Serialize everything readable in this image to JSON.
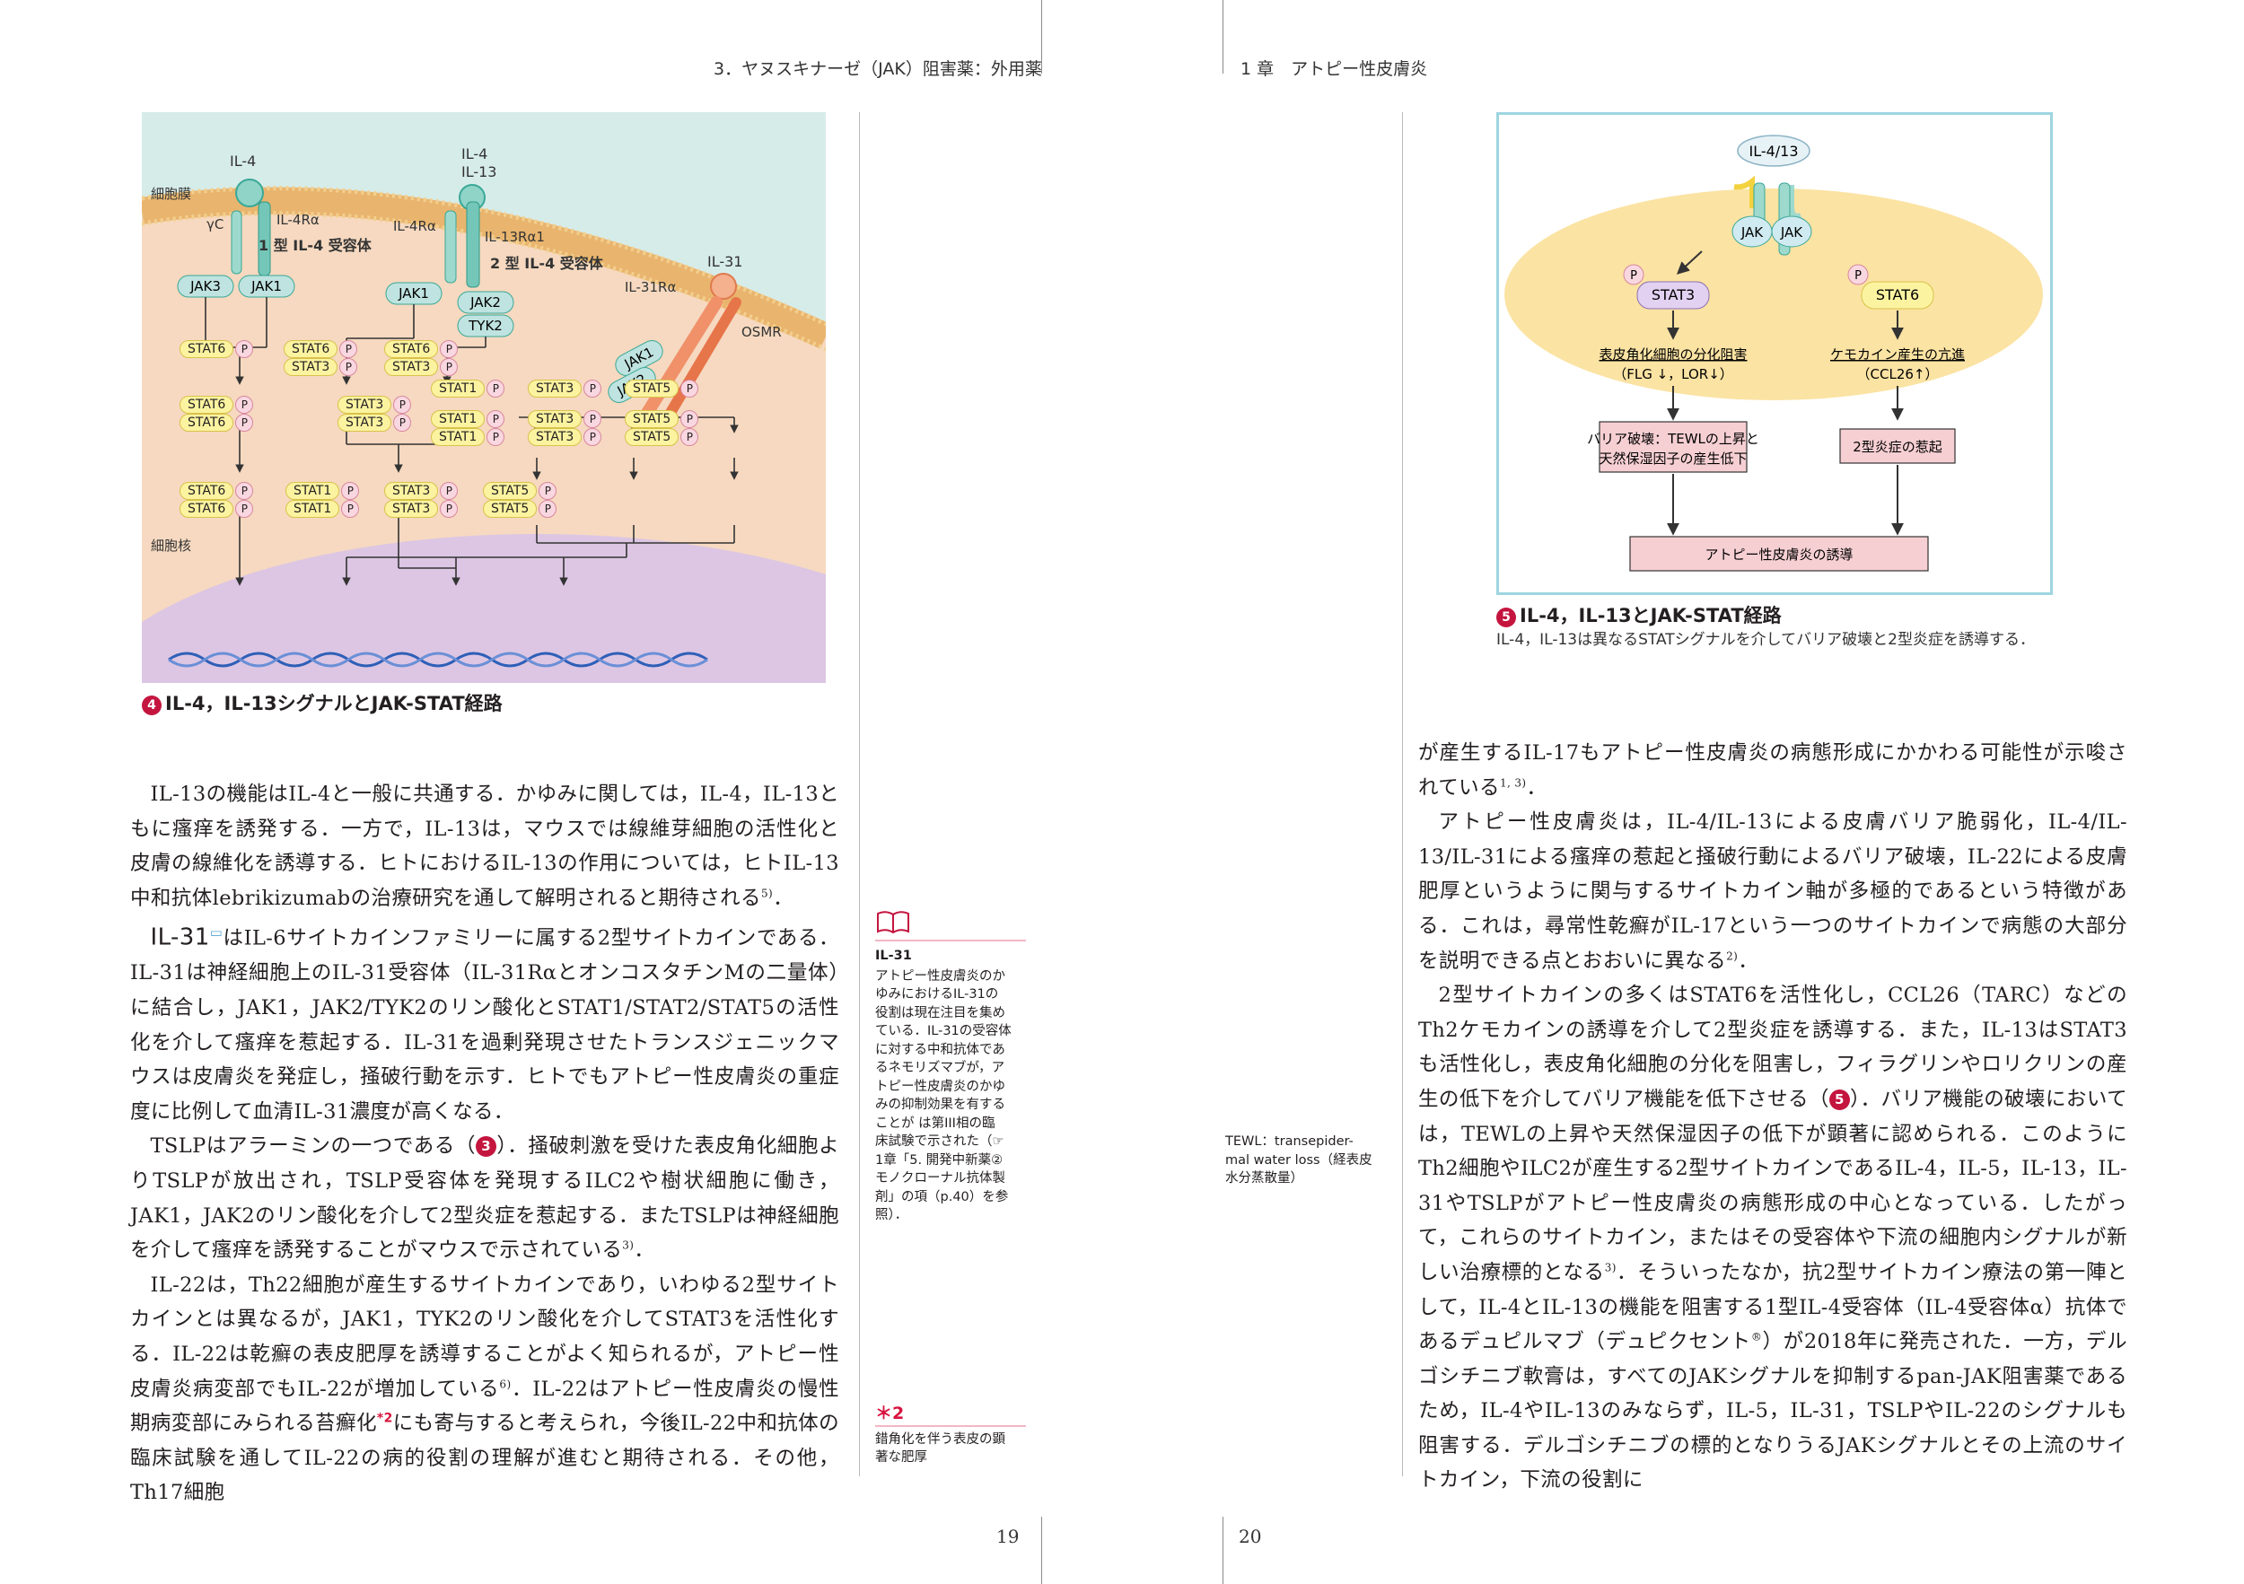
{
  "header": {
    "left": "3．ヤヌスキナーゼ（JAK）阻害薬：外用薬",
    "right": "1 章　アトピー性皮膚炎"
  },
  "page_numbers": {
    "left": "19",
    "right": "20"
  },
  "colors": {
    "accent": "#c4153f",
    "membrane": "#f3cf8f",
    "nucleus": "#dcc6e4",
    "stat_fill": "#fbf3a0",
    "jak_fill": "#bfe3e0",
    "p_fill": "#f9d7e1"
  },
  "figure4": {
    "caption_num": "4",
    "caption": "IL-4，IL-13シグナルとJAK-STAT経路",
    "labels": {
      "cell_membrane": "細胞膜",
      "nucleus": "細胞核",
      "il4": "IL-4",
      "il4_il13": [
        "IL-4",
        "IL-13"
      ],
      "il31": "IL-31",
      "gamma_c": "γC",
      "il4ra_1": "IL-4Rα",
      "il4ra_2": "IL-4Rα",
      "il13ra1": "IL-13Rα1",
      "il31ra": "IL-31Rα",
      "osmr": "OSMR",
      "type1": "1 型 IL-4 受容体",
      "type2": "2 型 IL-4 受容体",
      "jak3": "JAK3",
      "jak1": "JAK1",
      "jak2": "JAK2",
      "tyk2": "TYK2",
      "stat1": "STAT1",
      "stat3": "STAT3",
      "stat5": "STAT5",
      "stat6": "STAT6",
      "p": "P"
    }
  },
  "figure5": {
    "caption_num": "5",
    "caption": "IL-4，IL-13とJAK-STAT経路",
    "description": "IL-4，IL-13は異なるSTATシグナルを介してバリア破壊と2型炎症を誘導する．",
    "labels": {
      "ligand": "IL-4/13",
      "jak": "JAK",
      "p": "P",
      "stat3": "STAT3",
      "stat6": "STAT6",
      "left_effect": "表皮角化細胞の分化阻害",
      "left_effect_sub": "（FLG ↓，LOR↓）",
      "right_effect": "ケモカイン産生の亢進",
      "right_effect_sub": "（CCL26↑）",
      "barrier_1": "バリア破壊：TEWLの上昇と",
      "barrier_2": "天然保湿因子の産生低下",
      "type2": "2型炎症の惹起",
      "induction": "アトピー性皮膚炎の誘導"
    }
  },
  "left_text": {
    "p1": [
      "IL-13の機能はIL-4と一般に共通する．かゆみに関しては，IL-4，IL-13とも",
      "に瘙痒を誘発する．一方で，IL-13は，マウスでは線維芽細胞の活性化と皮",
      "膚の線維化を誘導する．ヒトにおけるIL-13の作用については，ヒトIL-13中",
      "和抗体lebrikizumabの治療研究を通して解明されると期待される"
    ],
    "p1_ref": "5)",
    "p1_end": "．",
    "p2_label": "IL-31",
    "p2": [
      "はIL-6サイトカインファミリーに属する2型サイトカインである．",
      "IL-31は神経細胞上のIL-31受容体（IL-31RαとオンコスタチンMの二量体）に",
      "結合し，JAK1，JAK2/TYK2のリン酸化とSTAT1/STAT2/STAT5の活性化",
      "を介して瘙痒を惹起する．IL-31を過剰発現させたトランスジェニックマウス",
      "は皮膚炎を発症し，掻破行動を示す．ヒトでもアトピー性皮膚炎の重症度に比",
      "例して血清IL-31濃度が高くなる．"
    ],
    "p3_a": "TSLPはアラーミンの一つである（",
    "p3_num": "3",
    "p3_b": "）．掻破刺激を受けた表皮角化細胞より",
    "p3": [
      "TSLPが放出され，TSLP受容体を発現するILC2や樹状細胞に働き，JAK1，",
      "JAK2のリン酸化を介して2型炎症を惹起する．またTSLPは神経細胞を介し",
      "て瘙痒を誘発することがマウスで示されている"
    ],
    "p3_ref": "3)",
    "p3_end": "．",
    "p4": [
      "IL-22は，Th22細胞が産生するサイトカインであり，いわゆる2型サイトカ",
      "インとは異なるが，JAK1，TYK2のリン酸化を介してSTAT3を活性化する．",
      "IL-22は乾癬の表皮肥厚を誘導することがよく知られるが，アトピー性皮膚炎",
      "病変部でもIL-22が増加している"
    ],
    "p4_ref": "6)",
    "p4_cont": "．IL-22はアトピー性皮膚炎の慢性期病変",
    "p4_b": "部にみられる苔癬化",
    "p4_star": "*2",
    "p4_c": "にも寄与すると考えられ，今後IL-22中和抗体の臨床試",
    "p4_d": "験を通してIL-22の病的役割の理解が進むと期待される．その他，Th17細胞"
  },
  "side_notes": {
    "il31_title": "IL-31",
    "il31_body": [
      "アトピー性皮膚炎のか",
      "ゆみにおけるIL-31の",
      "役割は現在注目を集め",
      "ている．IL-31の受容体",
      "に対する中和抗体であ",
      "るネモリズマブが，ア",
      "トピー性皮膚炎のかゆ",
      "みの抑制効果を有する",
      "ことが は第III相の臨",
      "床試験で示された（☞",
      "1章「5. 開発中新薬②",
      "モノクローナル抗体製",
      "剤」の項（p.40）を参照）．"
    ],
    "star2_title": "＊2",
    "star2_body": [
      "錯角化を伴う表皮の顕",
      "著な肥厚"
    ],
    "tewl": [
      "TEWL：transepider-",
      "mal water loss（経表皮",
      "水分蒸散量）"
    ]
  },
  "right_text": {
    "l1": "が産生するIL-17もアトピー性皮膚炎の病態形成にかかわる可能性が示唆され",
    "l2": "ている",
    "l2_ref": "1, 3)",
    "l2_end": "．",
    "p2": [
      "アトピー性皮膚炎は，IL-4/IL-13による皮膚バリア脆弱化，IL-4/IL-13/",
      "IL-31による瘙痒の惹起と掻破行動によるバリア破壊，IL-22による皮膚肥厚",
      "というように関与するサイトカイン軸が多極的であるという特徴がある．これ",
      "は，尋常性乾癬がIL-17という一つのサイトカインで病態の大部分を説明でき",
      "る点とおおいに異なる"
    ],
    "p2_ref": "2)",
    "p2_end": "．",
    "p3": [
      "2型サイトカインの多くはSTAT6を活性化し，CCL26（TARC）などのTh2",
      "ケモカインの誘導を介して2型炎症を誘導する．また，IL-13はSTAT3も活",
      "性化し，表皮角化細胞の分化を阻害し，フィラグリンやロリクリンの産生の低"
    ],
    "p3_d_a": "下を介してバリア機能を低下させる（",
    "p3_d_num": "5",
    "p3_d_b": "）．バリア機能の破壊においては，",
    "p3_rest": [
      "TEWLの上昇や天然保湿因子の低下が顕著に認められる．このようにTh2細",
      "胞やILC2が産生する2型サイトカインであるIL-4，IL-5，IL-13，IL-31やTSLP",
      "がアトピー性皮膚炎の病態形成の中心となっている．したがって，これらのサ",
      "イトカイン，またはその受容体や下流の細胞内シグナルが新しい治療標的とな"
    ],
    "p3_last_a": "る",
    "p3_last_ref": "3)",
    "p3_last_b": "．そういったなか，抗2型サイトカイン療法の第一陣として，IL-4とIL-13",
    "p3_more": [
      "の機能を阻害する1型IL-4受容体（IL-4受容体α）抗体であるデュピルマブ"
    ],
    "p3_dup_a": "（デュピクセント",
    "p3_dup_reg": "®",
    "p3_dup_b": "）が2018年に発売された．一方，デルゴシチニブ軟膏は，す",
    "p3_end": [
      "べてのJAKシグナルを抑制するpan-JAK阻害薬であるため，IL-4やIL-13の",
      "みならず，IL-5，IL-31，TSLPやIL-22のシグナルも阻害する．デルゴシチニ",
      "ブの標的となりうるJAKシグナルとその上流のサイトカイン，下流の役割に"
    ]
  }
}
